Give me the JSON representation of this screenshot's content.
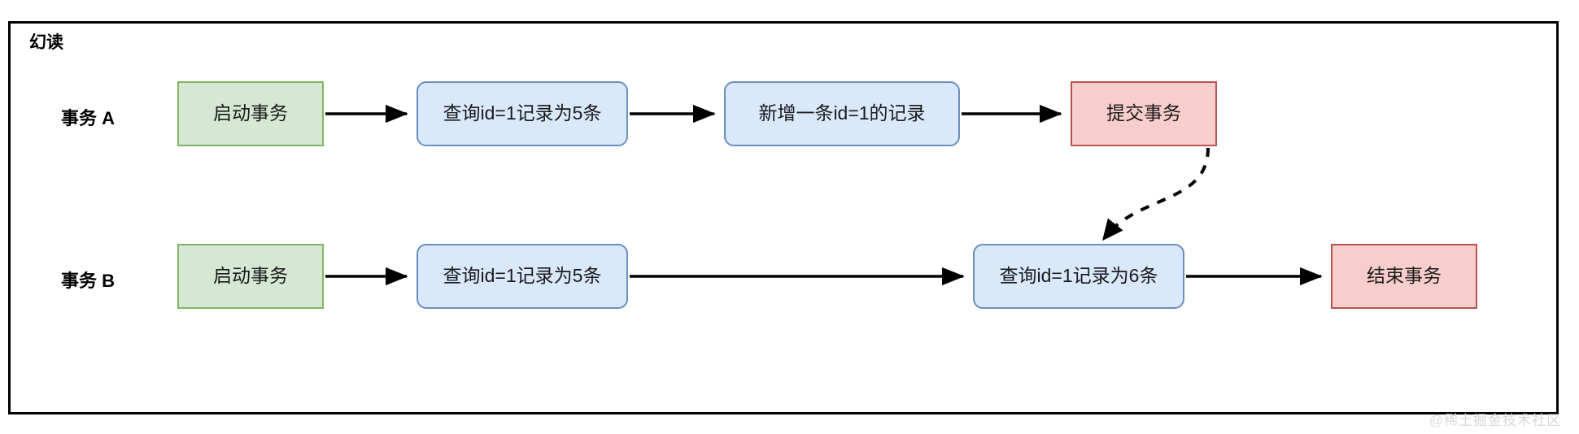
{
  "frame": {
    "title": "幻读",
    "border_color": "#000000"
  },
  "palette": {
    "green_fill": "#d5e8d4",
    "green_stroke": "#82b366",
    "blue_fill": "#dae8fc",
    "blue_stroke": "#6c8ebf",
    "red_fill": "#f8cecc",
    "red_stroke": "#b85450",
    "edge_color": "#000000",
    "watermark_color": "#d9d9d9"
  },
  "rows": [
    {
      "label": "事务 A",
      "nodes": [
        {
          "text": "启动事务",
          "style": "green"
        },
        {
          "text": "查询id=1记录为5条",
          "style": "blue"
        },
        {
          "text": "新增一条id=1的记录",
          "style": "blue"
        },
        {
          "text": "提交事务",
          "style": "red"
        }
      ]
    },
    {
      "label": "事务 B",
      "nodes": [
        {
          "text": "启动事务",
          "style": "green"
        },
        {
          "text": "查询id=1记录为5条",
          "style": "blue"
        },
        {
          "text": "查询id=1记录为6条",
          "style": "blue"
        },
        {
          "text": "结束事务",
          "style": "red"
        }
      ]
    }
  ],
  "edges": {
    "solid_count": 6,
    "dashed_count": 1,
    "dashed_description": "提交事务 到 查询id=1记录为6条"
  },
  "watermark": "@稀土掘金技术社区"
}
